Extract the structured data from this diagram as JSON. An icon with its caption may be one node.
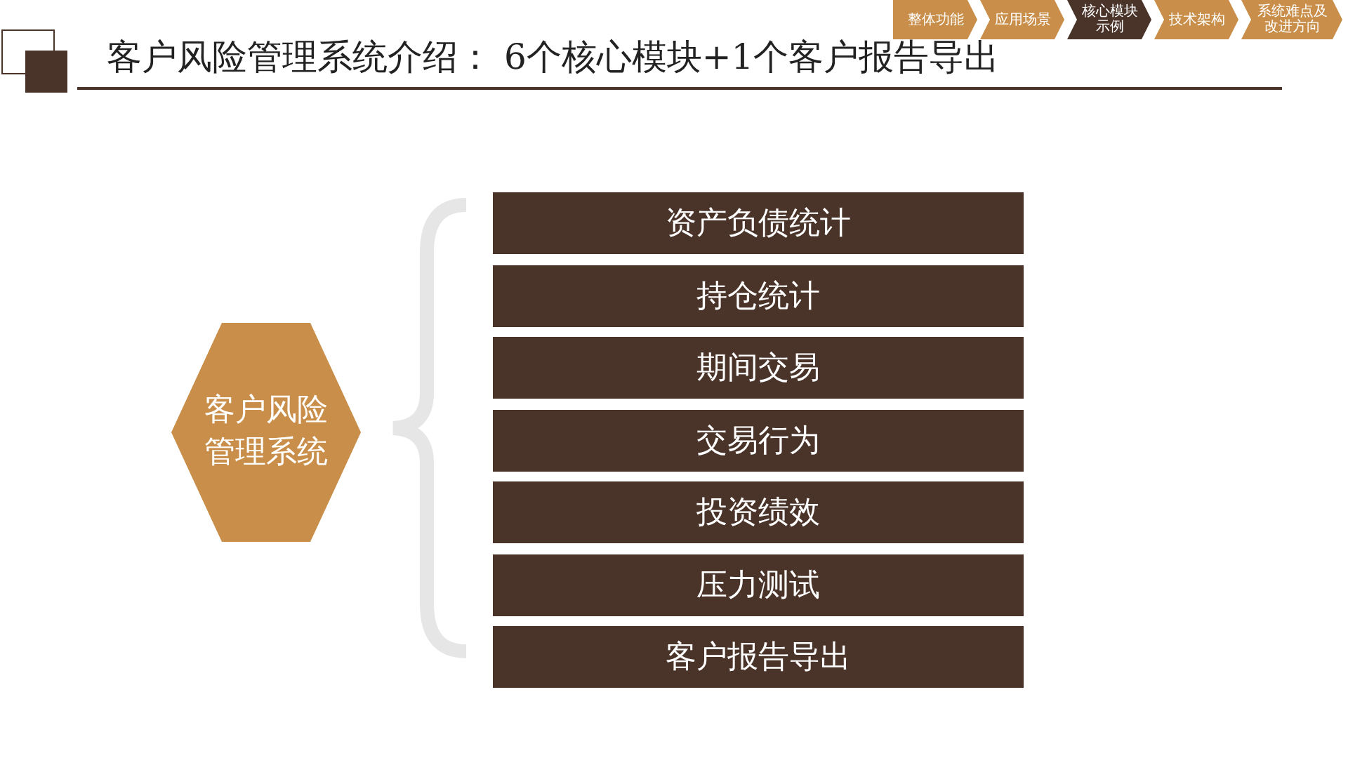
{
  "diagram": {
    "title": "客户风险管理系统介绍： 6个核心模块+1个客户报告导出",
    "nodes": [
      {
        "text": [
          "整体功能"
        ]
      },
      {
        "text": [
          "应用场景"
        ]
      },
      {
        "text": [
          "核心模块示例"
        ]
      },
      {
        "text": [
          "技术架构"
        ]
      },
      {
        "text": [
          "系统难点及改进方向"
        ]
      },
      {
        "text": [
          "客户风险管理系统"
        ]
      },
      {
        "text": [
          "资产负债统计"
        ]
      },
      {
        "text": [
          "持仓统计"
        ]
      },
      {
        "text": [
          "期间交易"
        ]
      },
      {
        "text": [
          "交易行为"
        ]
      },
      {
        "text": [
          "投资绩效"
        ]
      },
      {
        "text": [
          "压力测试"
        ]
      },
      {
        "text": [
          "客户报告导出"
        ]
      }
    ],
    "edges": []
  }
}
